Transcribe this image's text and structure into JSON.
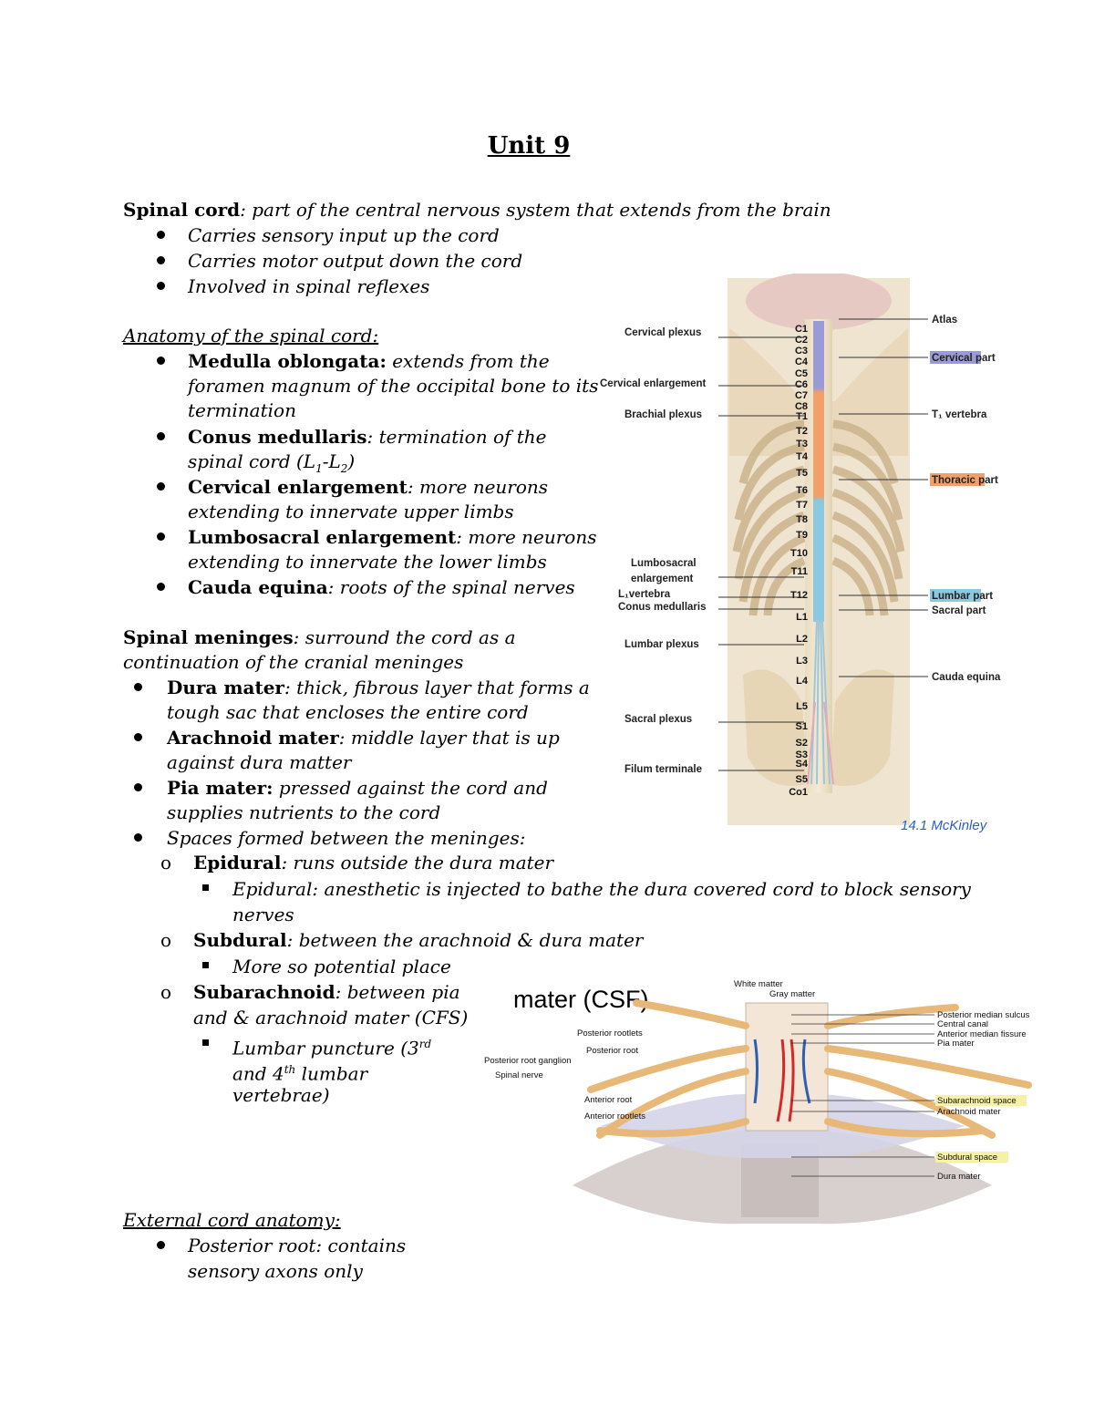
{
  "title": "Unit 9",
  "spinal_cord": {
    "term": "Spinal cord",
    "def": ": part of the central nervous system that extends from the brain",
    "bullets": [
      "Carries sensory input up the cord",
      "Carries motor output down the cord",
      "Involved in spinal reflexes"
    ]
  },
  "anatomy": {
    "heading": "Anatomy of the spinal cord:",
    "medulla_term": "Medulla oblongata:",
    "medulla_l1": " extends from the",
    "medulla_l2": "foramen magnum of the occipital bone to its",
    "medulla_l3": "termination",
    "conus_term": "Conus medullaris",
    "conus_l1": ": termination of the",
    "conus_l2a": "spinal cord (L",
    "conus_sub1": "1",
    "conus_l2b": "-L",
    "conus_sub2": "2",
    "conus_l2c": ")",
    "cervical_term": "Cervical enlargement",
    "cervical_l1": ": more neurons",
    "cervical_l2": "extending to innervate upper limbs",
    "lumbo_term": "Lumbosacral enlargement",
    "lumbo_l1": ": more neurons",
    "lumbo_l2": "extending to innervate the lower limbs",
    "cauda_term": "Cauda equina",
    "cauda_l1": ": roots of the spinal nerves"
  },
  "meninges": {
    "term": "Spinal meninges",
    "l1": ": surround the cord as a",
    "l2": "continuation of the cranial meninges",
    "dura_term": "Dura mater",
    "dura_l1": ": thick, fibrous layer that forms a",
    "dura_l2": "tough sac that encloses the entire cord",
    "arach_term": "Arachnoid mater",
    "arach_l1": ": middle layer that is up",
    "arach_l2": "against dura matter",
    "pia_term": "Pia mater:",
    "pia_l1": " pressed against the cord and",
    "pia_l2": "supplies nutrients to the cord",
    "spaces": "Spaces formed between the meninges:",
    "epi_term": "Epidural",
    "epi_l1": ": runs outside the dura mater",
    "epi_sub_l1": "Epidural: anesthetic is injected to bathe the dura covered cord to block sensory",
    "epi_sub_l2": "nerves",
    "subd_term": "Subdural",
    "subd_l1": ": between the arachnoid & dura mater",
    "subd_sub": "More so potential place",
    "suba_term": "Subarachnoid",
    "suba_l1": ": between pia",
    "suba_l2": "and & arachnoid mater (CFS)",
    "lp_l1a": "Lumbar puncture (3",
    "lp_sup1": "rd",
    "lp_l2a": "and 4",
    "lp_sup2": "th",
    "lp_l2b": " lumbar",
    "lp_l3": "vertebrae)"
  },
  "external": {
    "heading": "External cord anatomy:",
    "l1": "Posterior root: contains",
    "l2": "sensory axons only"
  },
  "figure1": {
    "left_labels": [
      "Cervical plexus",
      "Cervical enlargement",
      "Brachial plexus",
      "Lumbosacral",
      "enlargement",
      "L₁vertebra",
      "Conus medullaris",
      "Lumbar plexus",
      "Sacral plexus",
      "Filum terminale"
    ],
    "right_labels": [
      "Atlas",
      "Cervical part",
      "T₁ vertebra",
      "Thoracic part",
      "Lumbar part",
      "Sacral part",
      "Cauda equina"
    ],
    "segments": [
      "C1",
      "C2",
      "C3",
      "C4",
      "C5",
      "C6",
      "C7",
      "C8",
      "T1",
      "T2",
      "T3",
      "T4",
      "T5",
      "T6",
      "T7",
      "T8",
      "T9",
      "T10",
      "T11",
      "T12",
      "L1",
      "L2",
      "L3",
      "L4",
      "L5",
      "S1",
      "S2",
      "S3",
      "S4",
      "S5",
      "Co1"
    ],
    "caption": "14.1 McKinley",
    "colors": {
      "cervical": "#9a9ad6",
      "thoracic": "#f0a068",
      "lumbar": "#8cc8e0",
      "sacral": "#f0a0b0",
      "caption": "#2a60c8"
    }
  },
  "figure2": {
    "heading": "mater (CSF)",
    "labels_left": [
      "Posterior rootlets",
      "Posterior root",
      "Posterior root ganglion",
      "Spinal nerve",
      "Anterior root",
      "Anterior rootlets"
    ],
    "labels_top": [
      "White matter",
      "Gray matter"
    ],
    "labels_right": [
      "Posterior median sulcus",
      "Central canal",
      "Anterior median fissure",
      "Pia mater",
      "Subarachnoid space",
      "Arachnoid mater",
      "Subdural space",
      "Dura mater"
    ]
  }
}
